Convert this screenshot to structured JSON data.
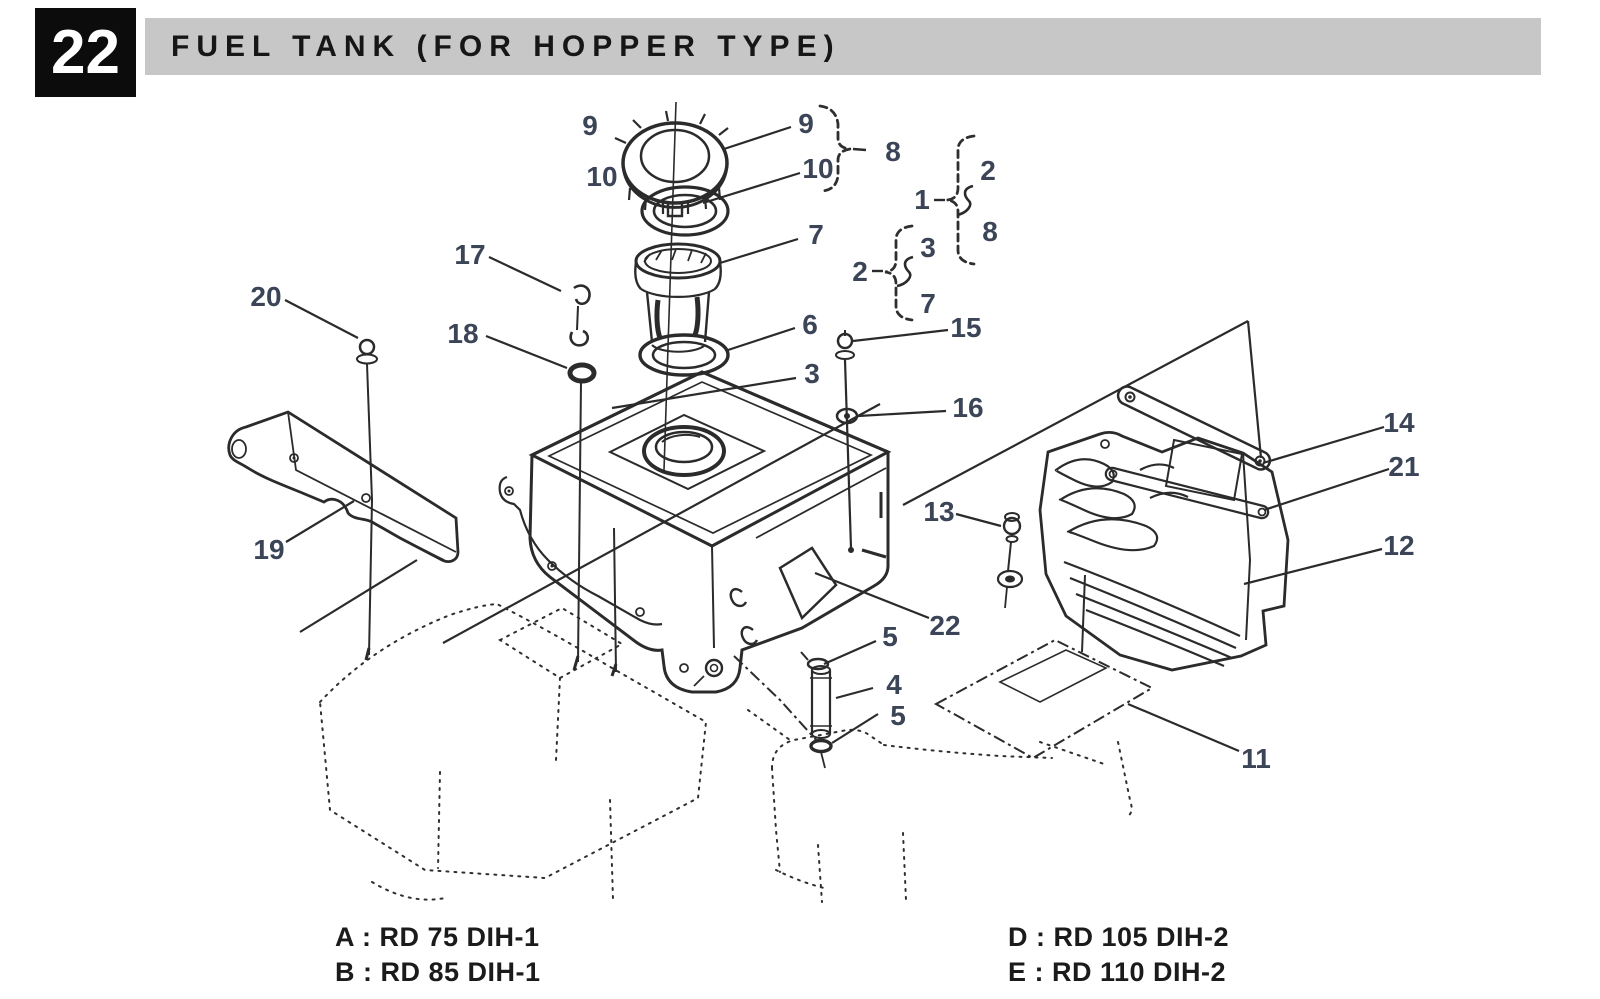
{
  "header": {
    "section_number": "22",
    "title": "FUEL TANK (FOR HOPPER TYPE)"
  },
  "legend": {
    "items": [
      {
        "code": "A",
        "text": "A : RD 75 DIH-1"
      },
      {
        "code": "B",
        "text": "B : RD 85 DIH-1"
      },
      {
        "code": "D",
        "text": "D : RD 105 DIH-2"
      },
      {
        "code": "E",
        "text": "E : RD 110 DIH-2"
      }
    ]
  },
  "callouts": [
    {
      "id": "cap-left",
      "label": "9"
    },
    {
      "id": "gasket-left",
      "label": "10"
    },
    {
      "id": "cap-right",
      "label": "9"
    },
    {
      "id": "gasket-right",
      "label": "10"
    },
    {
      "id": "cap-assembly",
      "label": "8"
    },
    {
      "id": "group1-item-top",
      "label": "2"
    },
    {
      "id": "tank-assembly",
      "label": "1"
    },
    {
      "id": "group1-item-bottom",
      "label": "8"
    },
    {
      "id": "group2-item-top",
      "label": "3"
    },
    {
      "id": "strainer-assembly",
      "label": "2"
    },
    {
      "id": "group2-item-bottom",
      "label": "7"
    },
    {
      "id": "strainer",
      "label": "7"
    },
    {
      "id": "neck-ring",
      "label": "6"
    },
    {
      "id": "fuel-tank",
      "label": "3"
    },
    {
      "id": "flange-bolt",
      "label": "15"
    },
    {
      "id": "flange-washer",
      "label": "16"
    },
    {
      "id": "hook",
      "label": "17"
    },
    {
      "id": "hook-washer",
      "label": "18"
    },
    {
      "id": "cover-bolt",
      "label": "20"
    },
    {
      "id": "side-cover",
      "label": "19"
    },
    {
      "id": "guard-rail",
      "label": "14"
    },
    {
      "id": "guard-rod",
      "label": "21"
    },
    {
      "id": "guard",
      "label": "12"
    },
    {
      "id": "guard-bolt",
      "label": "13"
    },
    {
      "id": "tank-screen",
      "label": "22"
    },
    {
      "id": "pipe-clip-top",
      "label": "5"
    },
    {
      "id": "fuel-pipe",
      "label": "4"
    },
    {
      "id": "pipe-clip-bottom",
      "label": "5"
    },
    {
      "id": "heat-shield",
      "label": "11"
    }
  ],
  "colors": {
    "line": "#2b2b2b",
    "callout_text": "#3b4557",
    "header_bar_bg": "#c7c7c7",
    "header_badge_bg": "#0c0c0c",
    "header_badge_text": "#ffffff",
    "paper_bg": "#ffffff"
  },
  "icons": {
    "range_squiggle": "ʃ",
    "group_brace": "{"
  }
}
